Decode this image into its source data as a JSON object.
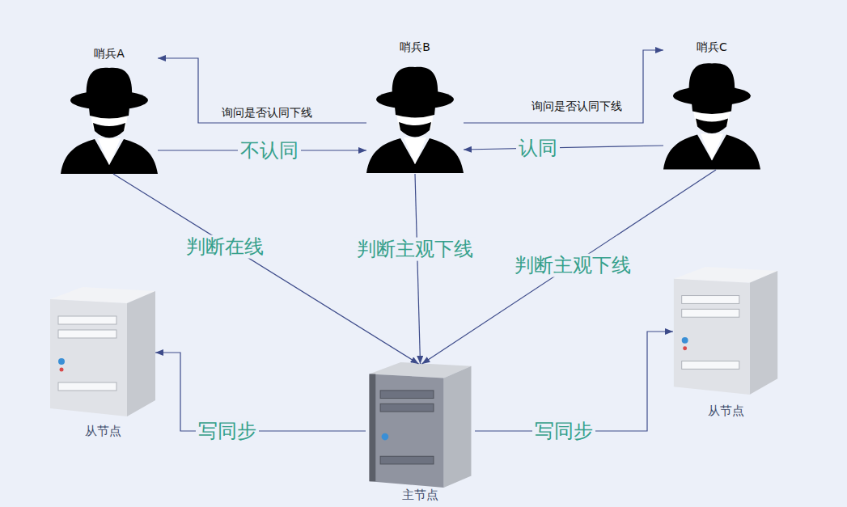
{
  "diagram": {
    "nodes": [
      {
        "text": [
          "哨兵A"
        ]
      },
      {
        "text": [
          "哨兵B"
        ]
      },
      {
        "text": [
          "哨兵C"
        ]
      },
      {
        "text": [
          "从节点"
        ]
      },
      {
        "text": [
          "主节点"
        ]
      },
      {
        "text": [
          "从节点"
        ]
      }
    ],
    "edges": [
      {
        "from": 1,
        "to": 0,
        "arrow": "to",
        "label": "询问是否认同下线"
      },
      {
        "from": 1,
        "to": 2,
        "arrow": "to",
        "label": "询问是否认同下线"
      },
      {
        "from": 0,
        "to": 1,
        "arrow": "to",
        "label": "不认同"
      },
      {
        "from": 2,
        "to": 1,
        "arrow": "to",
        "label": "认同"
      },
      {
        "from": 0,
        "to": 4,
        "arrow": "to",
        "label": "判断在线"
      },
      {
        "from": 1,
        "to": 4,
        "arrow": "to",
        "label": "判断主观下线"
      },
      {
        "from": 2,
        "to": 4,
        "arrow": "to",
        "label": "判断主观下线"
      },
      {
        "from": 4,
        "to": 3,
        "arrow": "to",
        "label": "写同步"
      },
      {
        "from": 4,
        "to": 5,
        "arrow": "to",
        "label": "写同步"
      }
    ]
  }
}
